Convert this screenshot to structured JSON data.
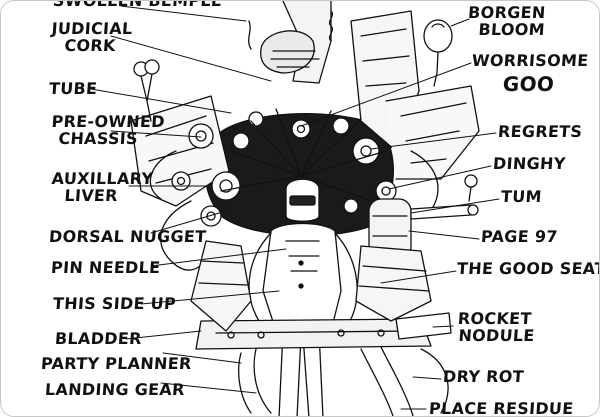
{
  "labels_left": [
    {
      "lines": [
        "SWOLLEN BEMPLE"
      ]
    },
    {
      "lines": [
        "JUDICIAL",
        "CORK"
      ]
    },
    {
      "lines": [
        "TUBE"
      ]
    },
    {
      "lines": [
        "PRE-OWNED",
        "CHASSIS"
      ]
    },
    {
      "lines": [
        "AUXILLARY",
        "LIVER"
      ]
    },
    {
      "lines": [
        "DORSAL NUGGET"
      ]
    },
    {
      "lines": [
        "PIN NEEDLE"
      ]
    },
    {
      "lines": [
        "THIS SIDE UP"
      ]
    },
    {
      "lines": [
        "BLADDER"
      ]
    },
    {
      "lines": [
        "PARTY PLANNER"
      ]
    },
    {
      "lines": [
        "LANDING GEAR"
      ]
    }
  ],
  "labels_right": [
    {
      "lines": [
        "BORGEN",
        "BLOOM"
      ]
    },
    {
      "lines": [
        "WORRISOME",
        "GOO"
      ]
    },
    {
      "lines": [
        "REGRETS"
      ]
    },
    {
      "lines": [
        "DINGHY"
      ]
    },
    {
      "lines": [
        "TUM"
      ]
    },
    {
      "lines": [
        "PAGE 97"
      ]
    },
    {
      "lines": [
        "THE GOOD SEATS"
      ]
    },
    {
      "lines": [
        "ROCKET",
        "NODULE"
      ]
    },
    {
      "lines": [
        "DRY ROT"
      ]
    },
    {
      "lines": [
        "PLACE RESIDUE"
      ]
    }
  ],
  "colors": {
    "ink": "#111111",
    "paper": "#ffffff",
    "frame": "#c8c8c8"
  }
}
